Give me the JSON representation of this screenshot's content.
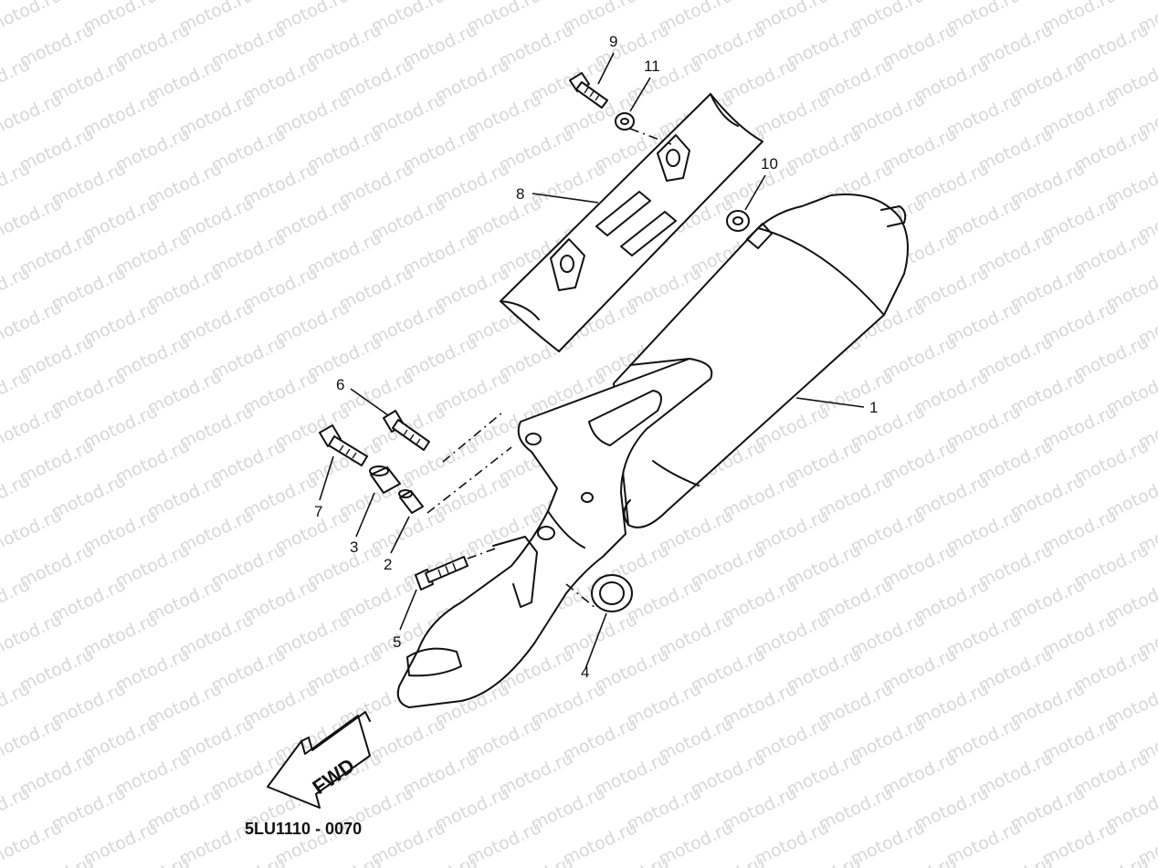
{
  "watermark": {
    "text": "motod.ru",
    "color": "#b8b8b8"
  },
  "diagram_code": "5LU1110 - 0070",
  "direction_arrow": {
    "label": "FWD"
  },
  "callouts": [
    {
      "id": "c1",
      "label": "1"
    },
    {
      "id": "c2",
      "label": "2"
    },
    {
      "id": "c3",
      "label": "3"
    },
    {
      "id": "c4",
      "label": "4"
    },
    {
      "id": "c5",
      "label": "5"
    },
    {
      "id": "c6",
      "label": "6"
    },
    {
      "id": "c7",
      "label": "7"
    },
    {
      "id": "c8",
      "label": "8"
    },
    {
      "id": "c9",
      "label": "9"
    },
    {
      "id": "c10",
      "label": "10"
    },
    {
      "id": "c11",
      "label": "11"
    }
  ]
}
